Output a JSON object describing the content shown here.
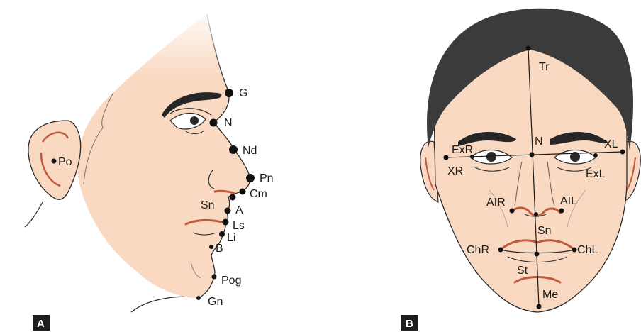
{
  "panels": [
    {
      "id": "A",
      "label": "A",
      "landmarks": [
        "G",
        "N",
        "Nd",
        "Pn",
        "Cm",
        "Sn",
        "A",
        "Ls",
        "Li",
        "B",
        "Pog",
        "Gn",
        "Po"
      ]
    },
    {
      "id": "B",
      "label": "B",
      "landmarks": [
        "Tr",
        "N",
        "ExR",
        "XL",
        "XR",
        "ExL",
        "AIR",
        "AIL",
        "Sn",
        "ChR",
        "ChL",
        "St",
        "Me"
      ]
    }
  ],
  "colors": {
    "skin": "#f9d9c2",
    "outline": "#2a2a2a",
    "hair": "#3b3b3b",
    "accent": "#c05a3a",
    "label_box": "#1e1e1e"
  }
}
